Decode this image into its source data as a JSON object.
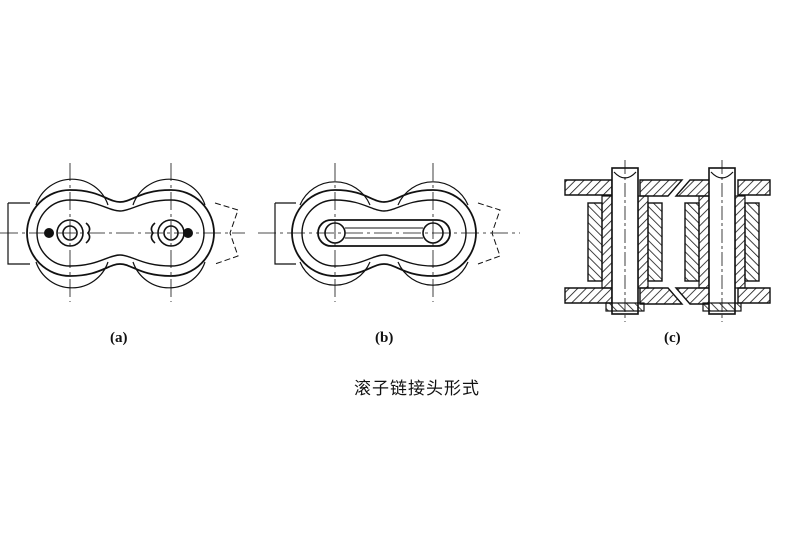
{
  "panels": [
    {
      "id": "a",
      "label": "(a)"
    },
    {
      "id": "b",
      "label": "(b)"
    },
    {
      "id": "c",
      "label": "(c)"
    }
  ],
  "caption": "滚子链接头形式",
  "colors": {
    "ink": "#111111",
    "background": "#ffffff"
  }
}
